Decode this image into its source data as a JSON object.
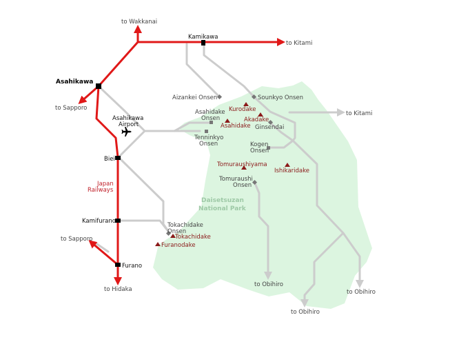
{
  "park": {
    "name_line1": "Daisetsuzan",
    "name_line2": "National Park",
    "fill_color": "#dcf5e0"
  },
  "colors": {
    "rail": "#e01818",
    "road": "#cccccc",
    "station": "#000000",
    "onsen": "#777777",
    "mountain": "#8b1a1a"
  },
  "rail_label": {
    "line1": "Japan",
    "line2": "Railways"
  },
  "stations": {
    "asahikawa": "Asahikawa",
    "kamikawa": "Kamikawa",
    "biei": "Biei",
    "kamifurano": "Kamifurano",
    "furano": "Furano"
  },
  "airport": {
    "line1": "Asahikawa",
    "line2": "Airport",
    "icon": "airplane-icon"
  },
  "onsen": {
    "aizankei": "Aizankei Onsen",
    "sounkyo": "Sounkyo Onsen",
    "asahidake_1": "Asahidake",
    "asahidake_2": "Onsen",
    "ginsendai": "Ginsendai",
    "tenninkyo_1": "Tenninkyo",
    "tenninkyo_2": "Onsen",
    "kogen_1": "Kogen",
    "kogen_2": "Onsen",
    "tomuraushi_1": "Tomuraushi",
    "tomuraushi_2": "Onsen",
    "tokachidake_1": "Tokachidake",
    "tokachidake_2": "Onsen"
  },
  "mountains": {
    "kurodake": "Kurodake",
    "akadake": "Akadake",
    "asahidake": "Asahidake",
    "tomuraushiyama": "Tomuraushiyama",
    "ishikaridake": "Ishikaridake",
    "tokachidake": "Tokachidake",
    "furanodake": "Furanodake"
  },
  "destinations": {
    "wakkanai": "to Wakkanai",
    "kitami_rail": "to Kitami",
    "sapporo_north": "to Sapporo",
    "kitami_road": "to Kitami",
    "sapporo_south": "to Sapporo",
    "hidaka": "to Hidaka",
    "obihiro_1": "to Obihiro",
    "obihiro_2": "to Obihiro",
    "obihiro_3": "to Obihiro"
  }
}
